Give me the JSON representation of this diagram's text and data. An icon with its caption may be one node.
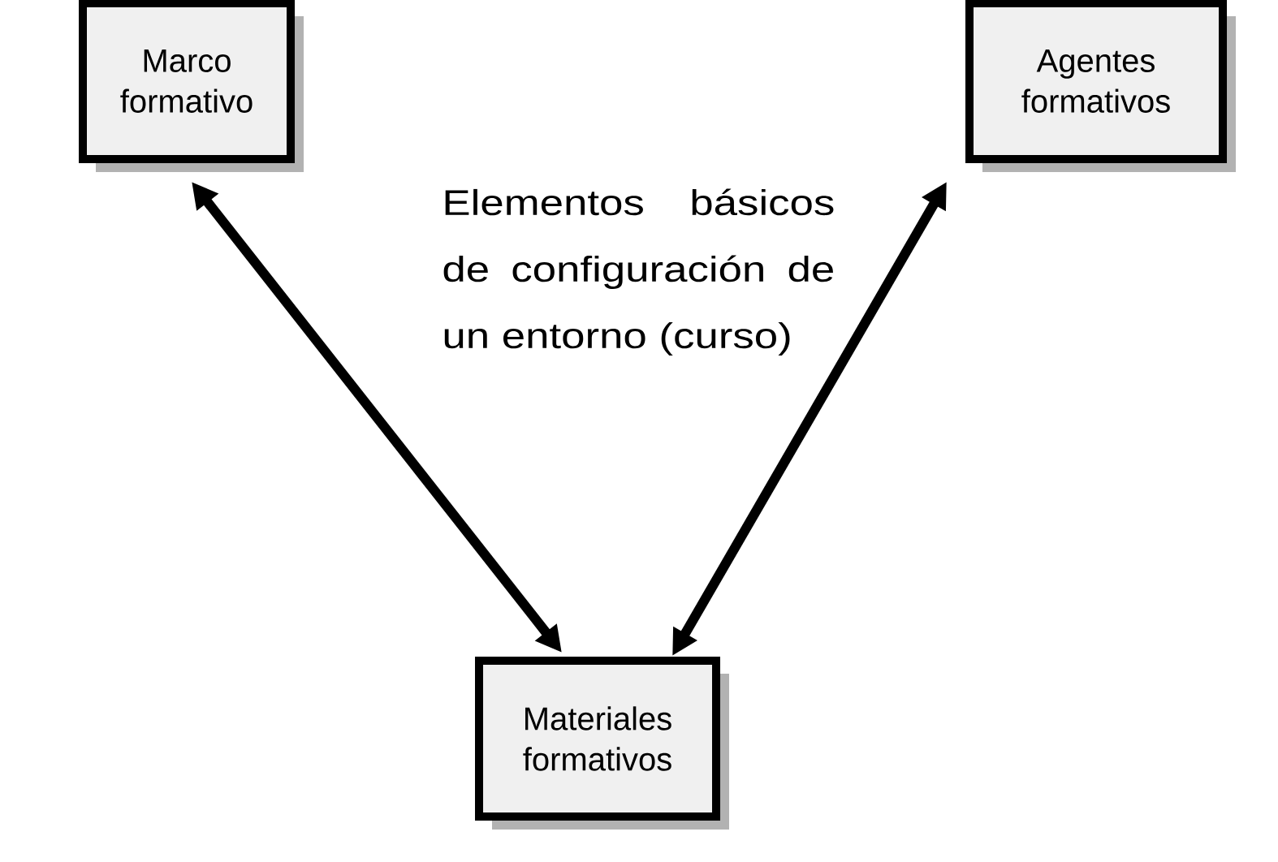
{
  "diagram": {
    "nodes": [
      {
        "text": [
          "Marco formativo"
        ]
      },
      {
        "text": [
          "Agentes formativos"
        ]
      },
      {
        "text": [
          "Materiales formativos"
        ]
      }
    ],
    "edges": [
      {
        "from": 0,
        "to": 2,
        "arrow": "both"
      },
      {
        "from": 1,
        "to": 2,
        "arrow": "both"
      }
    ],
    "labels": [
      "Elementos básicos de configuración de un entorno (curso)"
    ]
  }
}
